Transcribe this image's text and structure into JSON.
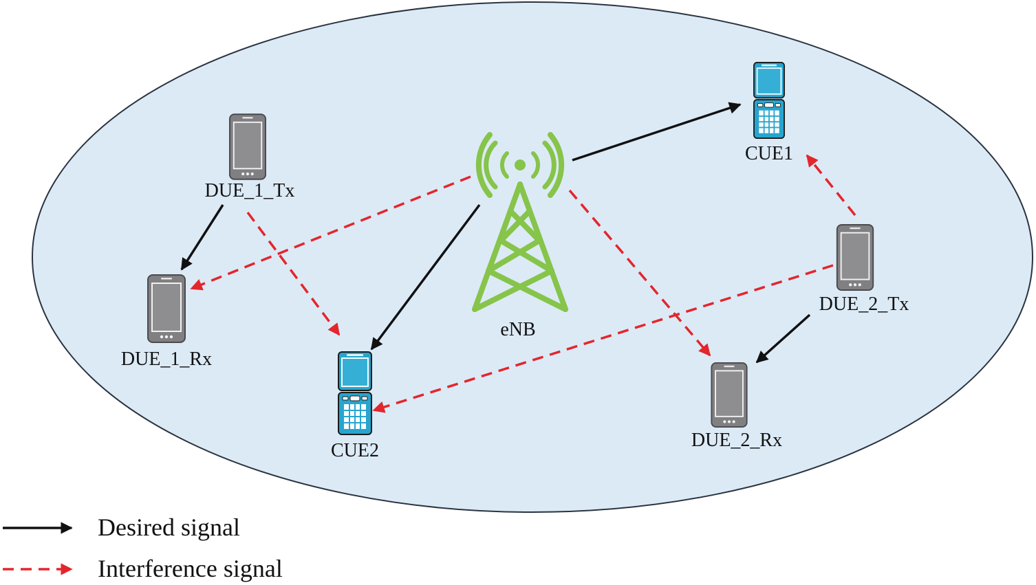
{
  "colors": {
    "cell_fill": "#dceaf6",
    "cell_stroke": "#2a3340",
    "desired": "#111111",
    "interference": "#e3262c",
    "tower": "#86c44a",
    "d2d_phone": "#808083",
    "cellular_phone": "#27a5cf"
  },
  "nodes": {
    "enb": {
      "label": "eNB",
      "icon": "cell-tower-icon"
    },
    "cue1": {
      "label": "CUE1",
      "icon": "flip-phone-icon"
    },
    "cue2": {
      "label": "CUE2",
      "icon": "flip-phone-icon"
    },
    "due1_tx": {
      "label": "DUE_1_Tx",
      "icon": "smartphone-icon"
    },
    "due1_rx": {
      "label": "DUE_1_Rx",
      "icon": "smartphone-icon"
    },
    "due2_tx": {
      "label": "DUE_2_Tx",
      "icon": "smartphone-icon"
    },
    "due2_rx": {
      "label": "DUE_2_Rx",
      "icon": "smartphone-icon"
    }
  },
  "links": [
    {
      "from": "enb",
      "to": "cue1",
      "type": "desired"
    },
    {
      "from": "enb",
      "to": "cue2",
      "type": "desired"
    },
    {
      "from": "due1_tx",
      "to": "due1_rx",
      "type": "desired"
    },
    {
      "from": "due2_tx",
      "to": "due2_rx",
      "type": "desired"
    },
    {
      "from": "enb",
      "to": "due1_rx",
      "type": "interference"
    },
    {
      "from": "enb",
      "to": "due2_rx",
      "type": "interference"
    },
    {
      "from": "due1_tx",
      "to": "cue2",
      "type": "interference"
    },
    {
      "from": "due2_tx",
      "to": "cue2",
      "type": "interference"
    },
    {
      "from": "due2_tx",
      "to": "cue1",
      "type": "interference"
    }
  ],
  "legend": {
    "desired": "Desired signal",
    "interference": "Interference signal"
  }
}
